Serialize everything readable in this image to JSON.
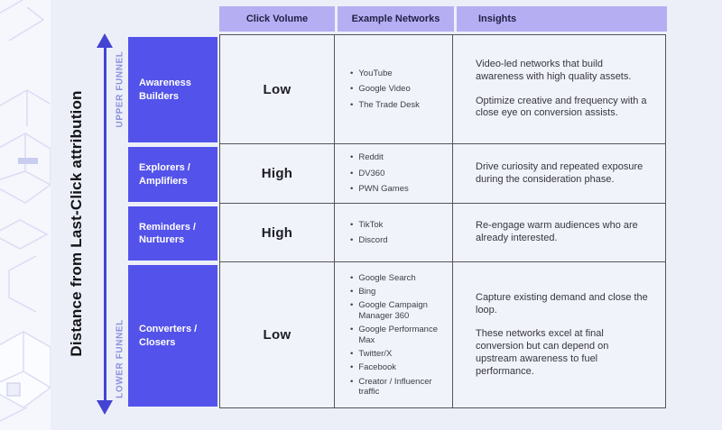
{
  "colors": {
    "page_background": "#edeff8",
    "row_label_bg": "#5352ea",
    "header_bg": "#b6aef2",
    "cell_bg": "#f1f3fb",
    "arrow": "#4345d2",
    "grid_border": "#54545e"
  },
  "axis": {
    "label": "Distance from Last-Click attribution",
    "upper_label": "UPPER FUNNEL",
    "lower_label": "LOWER FUNNEL"
  },
  "table": {
    "headers": [
      "Click Volume",
      "Example Networks",
      "Insights"
    ],
    "rows": [
      {
        "label": "Awareness Builders",
        "click_volume": "Low",
        "networks": [
          "YouTube",
          "Google Video",
          "The Trade Desk"
        ],
        "insights": [
          "Video-led networks that build awareness with high quality assets.",
          "Optimize creative and frequency with a close eye on conversion assists."
        ]
      },
      {
        "label": "Explorers / Amplifiers",
        "click_volume": "High",
        "networks": [
          "Reddit",
          "DV360",
          "PWN Games"
        ],
        "insights": [
          "Drive curiosity and repeated exposure during the consideration phase."
        ]
      },
      {
        "label": "Reminders / Nurturers",
        "click_volume": "High",
        "networks": [
          "TikTok",
          "Discord"
        ],
        "insights": [
          "Re-engage warm audiences who are already interested."
        ]
      },
      {
        "label": "Converters / Closers",
        "click_volume": "Low",
        "networks": [
          "Google Search",
          "Bing",
          "Google Campaign Manager 360",
          "Google Performance Max",
          "Twitter/X",
          "Facebook",
          "Creator / Influencer traffic"
        ],
        "insights": [
          "Capture existing demand and close the loop.",
          "These networks excel at final conversion but can depend on upstream awareness to fuel performance."
        ]
      }
    ]
  }
}
